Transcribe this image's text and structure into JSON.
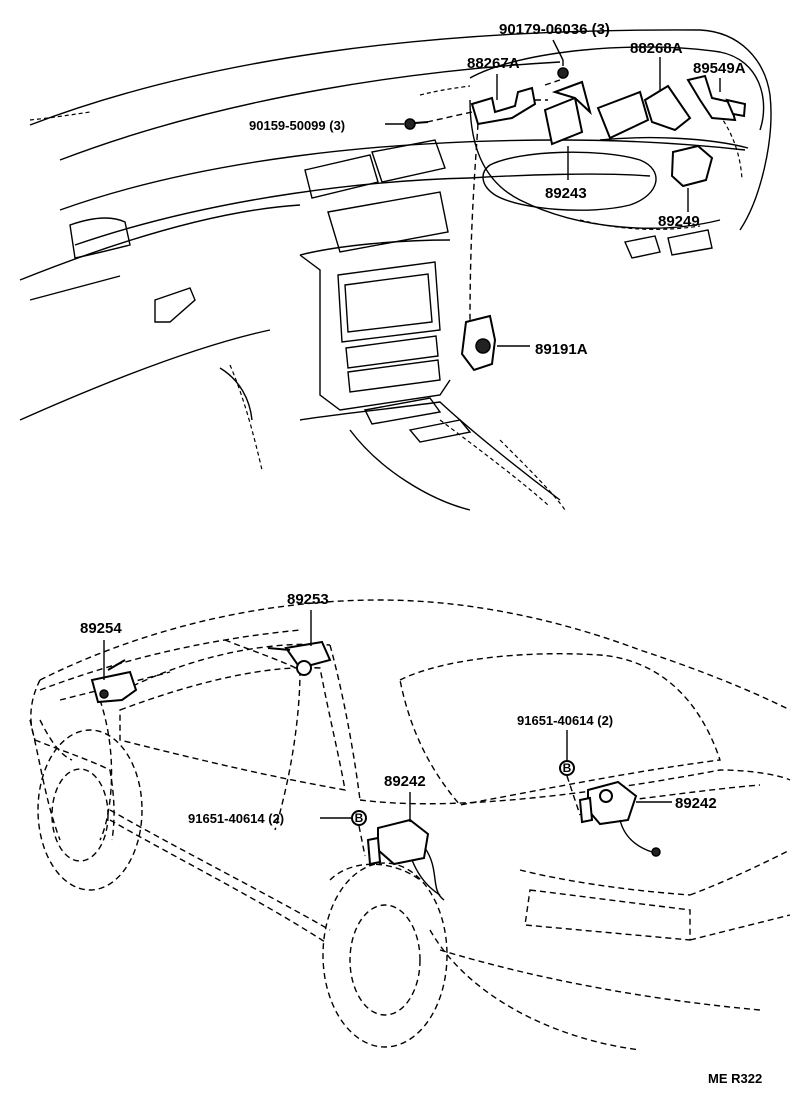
{
  "diagram": {
    "parts_dashboard": {
      "p90179": "90179-06036 (3)",
      "p88267A": "88267A",
      "p88268A": "88268A",
      "p89549A": "89549A",
      "p90159": "90159-50099 (3)",
      "p89243": "89243",
      "p89249": "89249",
      "p89191A": "89191A"
    },
    "parts_car": {
      "p89254": "89254",
      "p89253": "89253",
      "p91651_right": "91651-40614 (2)",
      "p91651_left": "91651-40614 (2)",
      "p89242_left": "89242",
      "p89242_right": "89242",
      "ref_marker": "B"
    },
    "diagram_code": "ME R322"
  }
}
